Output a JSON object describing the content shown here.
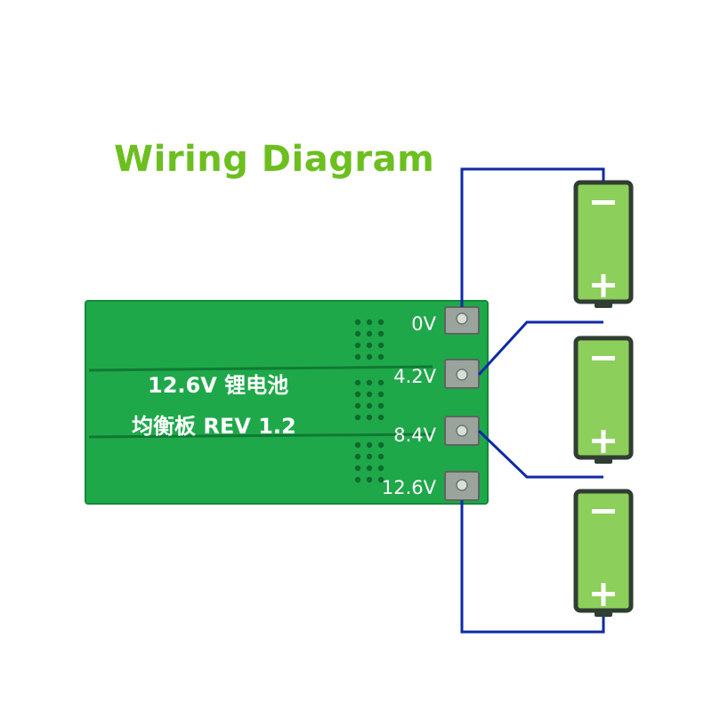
{
  "title": "Wiring Diagram",
  "board": {
    "line1": "12.6V 锂电池",
    "line2": "均衡板 REV 1.2",
    "terminals": [
      "0V",
      "4.2V",
      "8.4V",
      "12.6V"
    ]
  },
  "battery": {
    "minus": "−",
    "plus": "+"
  },
  "colors": {
    "title": "#6cbf1f",
    "board": "#1fa84a",
    "board_edge": "#128a38",
    "board_text": "#ffffff",
    "wire": "#0e2aa6",
    "battery_body": "#8ccf5a",
    "battery_frame": "#2f3d33",
    "terminal_pad": "#9aa39c",
    "terminal_screw": "#d9ded9"
  }
}
